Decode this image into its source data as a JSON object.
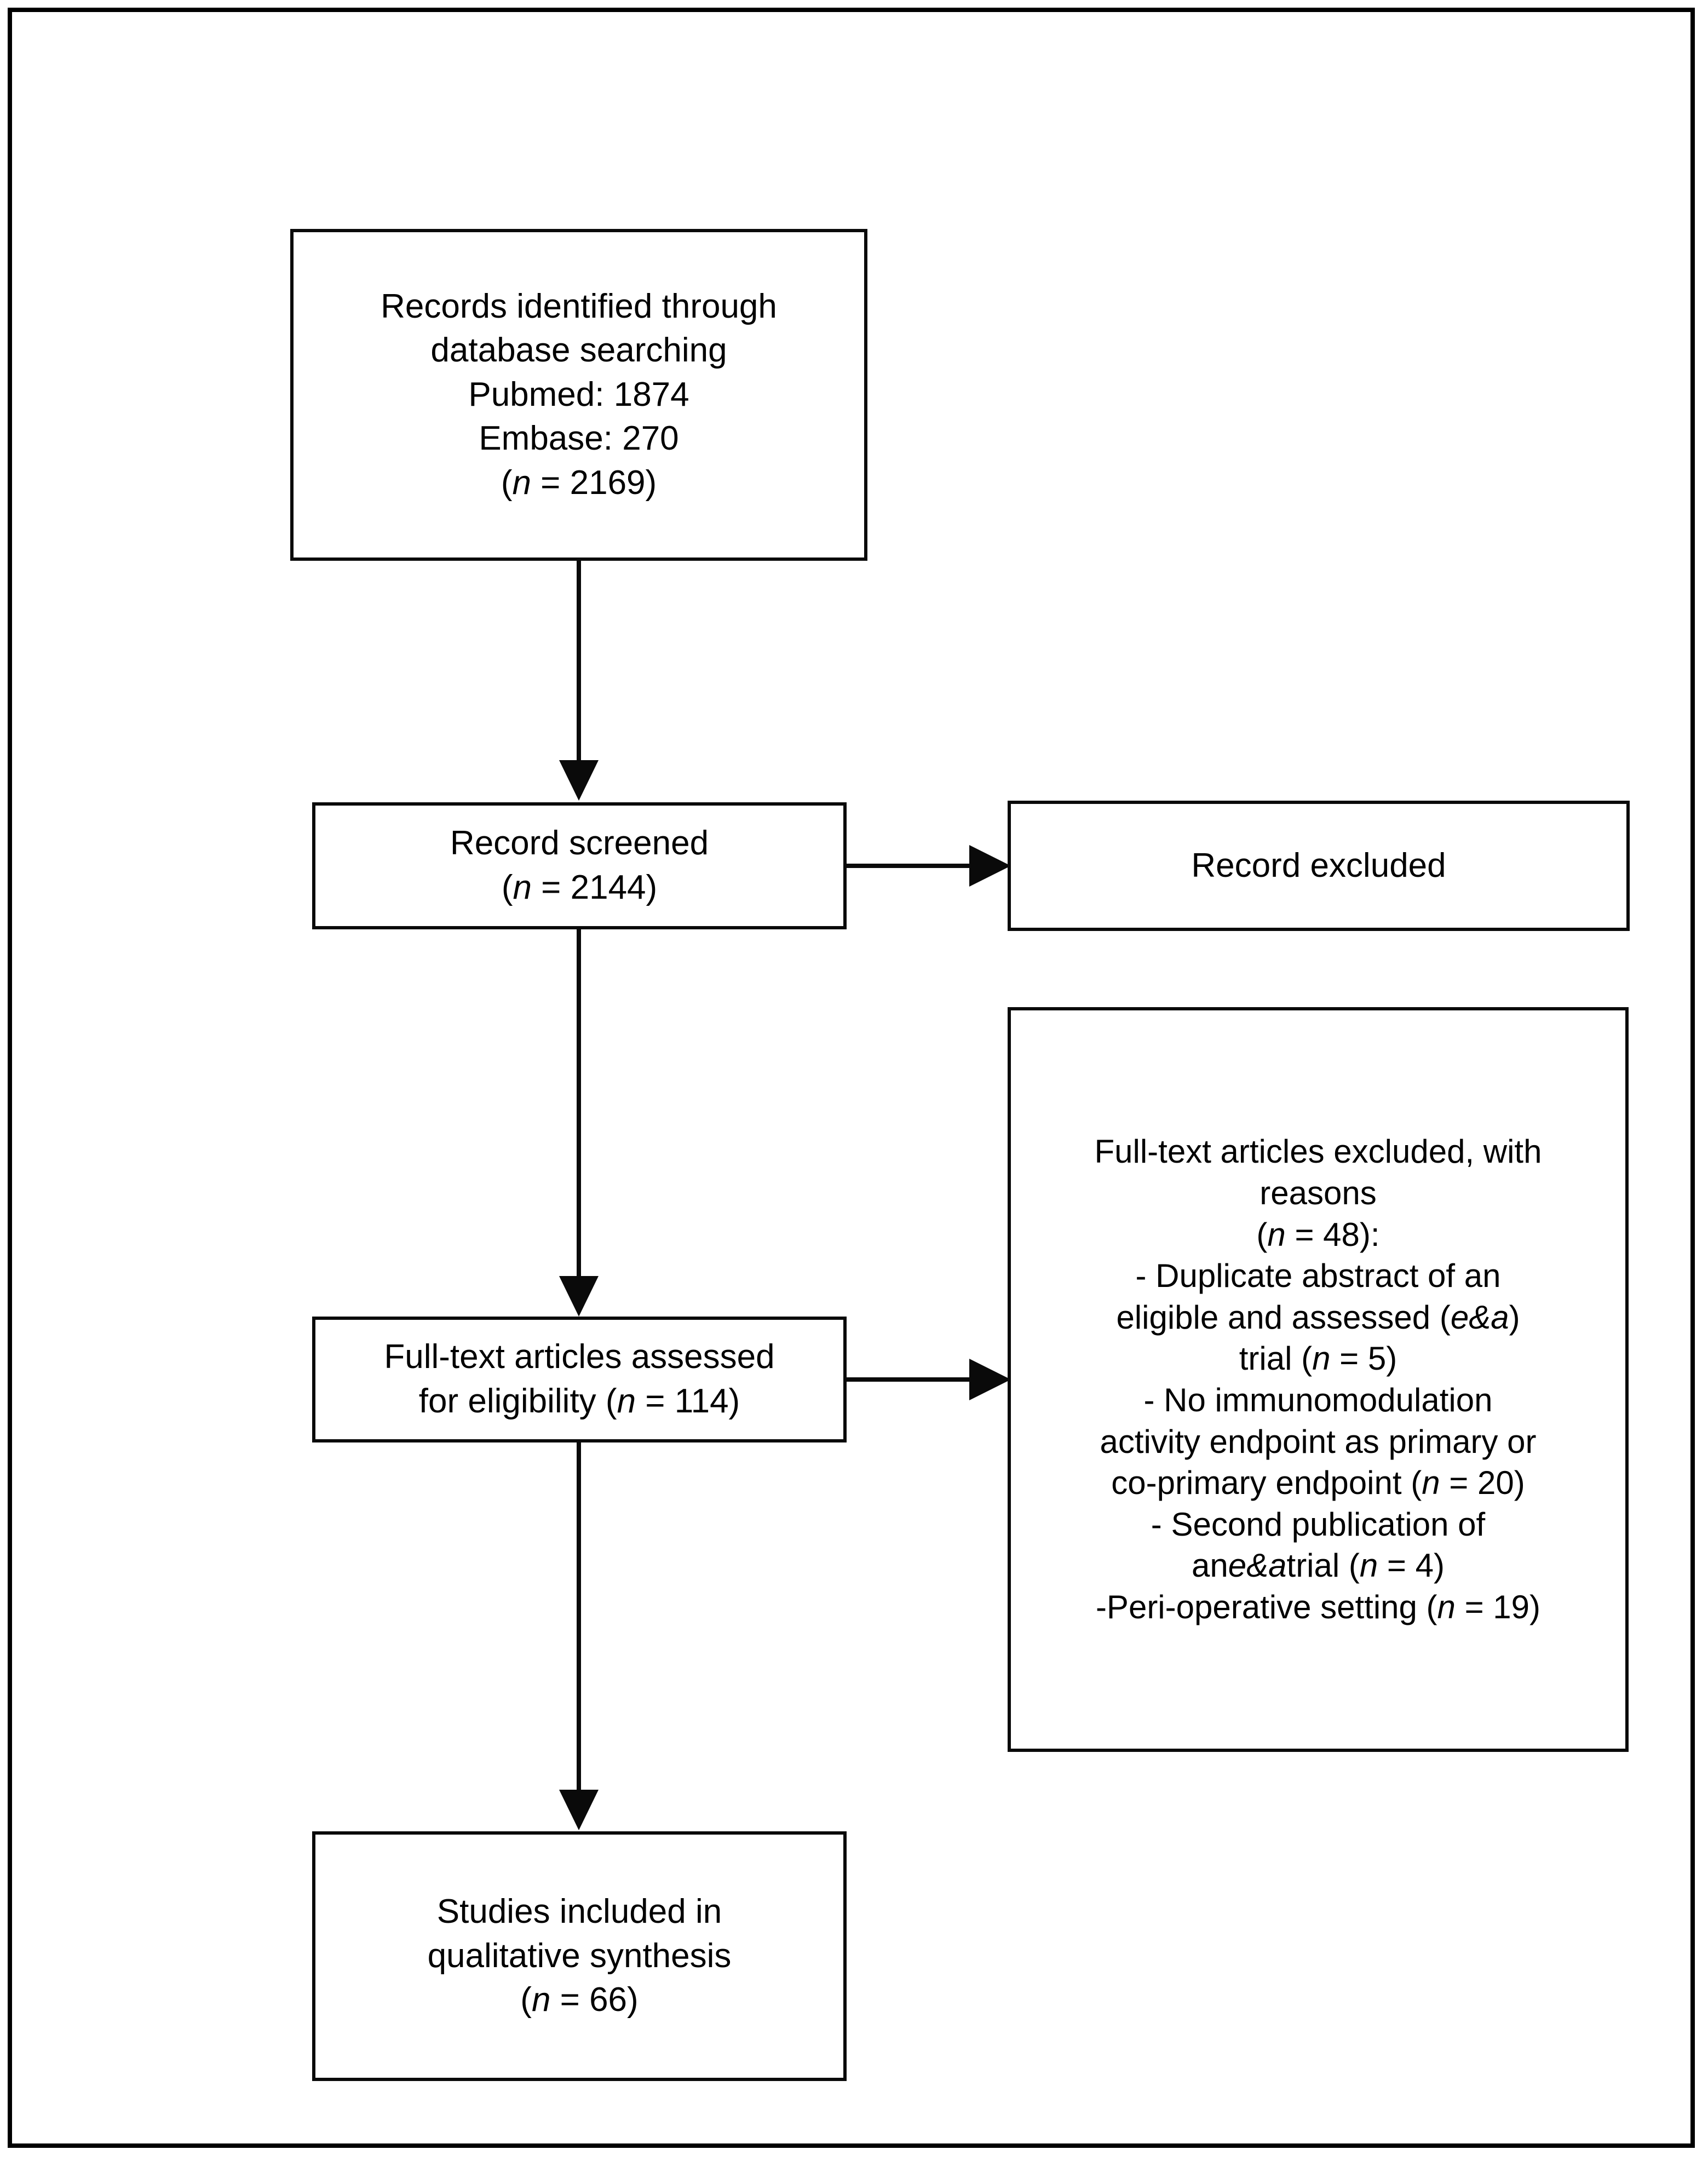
{
  "diagram": {
    "title": "PRISMA study selection flow diagram",
    "colors": {
      "box_border": "#0a0a0a",
      "frame_border": "#000000",
      "background": "#ffffff",
      "text": "#000000",
      "connector": "#0a0a0a"
    },
    "boxes": [
      {
        "id": "identified",
        "name": "records-identified-box",
        "lines": [
          "Records identified through",
          "database searching",
          "Pubmed: 1874",
          "Embase: 270",
          "(n = 2169)"
        ],
        "text": "Records identified through\ndatabase searching\nPubmed: 1874\nEmbase: 270\n(n = 2169)",
        "counts": {
          "pubmed": 1874,
          "embase": 270,
          "n": 2169
        }
      },
      {
        "id": "screened",
        "name": "records-screened-box",
        "lines": [
          "Record screened",
          "(n = 2144)"
        ],
        "text": "Record screened\n(n = 2144)",
        "counts": {
          "n": 2144
        }
      },
      {
        "id": "record_excluded",
        "name": "records-excluded-box",
        "lines": [
          "Record excluded"
        ],
        "text": "Record excluded",
        "counts": {}
      },
      {
        "id": "fulltext_assessed",
        "name": "fulltext-assessed-box",
        "lines": [
          "Full-text articles assessed",
          "for eligibility (n = 114)"
        ],
        "text": "Full-text articles assessed\nfor eligibility (n = 114)",
        "counts": {
          "n": 114
        }
      },
      {
        "id": "fulltext_excluded",
        "name": "fulltext-excluded-box",
        "lines": [
          "Full-text articles excluded, with",
          "reasons",
          "(n = 48):",
          "- Duplicate abstract of an",
          "eligible and assessed (e&a)",
          "trial (n = 5)",
          "- No immunomodulation",
          "activity endpoint as primary or",
          "co-primary endpoint (n = 20)",
          "- Second publication of",
          "ane&atrial (n = 4)",
          "-Peri-operative setting (n = 19)"
        ],
        "text": "Full-text articles excluded, with\nreasons\n(n = 48):\n- Duplicate abstract of an\neligible and assessed (e&a)\ntrial (n = 5)\n- No immunomodulation\nactivity endpoint as primary or\nco-primary endpoint (n = 20)\n- Second publication of\nane&atrial (n = 4)\n-Peri-operative setting (n = 19)",
        "counts": {
          "total": 48,
          "duplicate_abstract": 5,
          "no_immunomodulation_endpoint": 20,
          "second_publication": 4,
          "peri_operative_setting": 19
        }
      },
      {
        "id": "included",
        "name": "studies-included-box",
        "lines": [
          "Studies included in",
          "qualitative synthesis",
          "(n = 66)"
        ],
        "text": "Studies included in\nqualitative synthesis\n(n = 66)",
        "counts": {
          "n": 66
        }
      }
    ],
    "connectors": [
      {
        "id": "identified-to-screened",
        "from": "identified",
        "to": "screened",
        "direction": "down"
      },
      {
        "id": "screened-to-fulltext",
        "from": "screened",
        "to": "fulltext_assessed",
        "direction": "down"
      },
      {
        "id": "fulltext-to-included",
        "from": "fulltext_assessed",
        "to": "included",
        "direction": "down"
      },
      {
        "id": "screened-to-record-excluded",
        "from": "screened",
        "to": "record_excluded",
        "direction": "right"
      },
      {
        "id": "fulltext-to-fulltext-excluded",
        "from": "fulltext_assessed",
        "to": "fulltext_excluded",
        "direction": "right"
      }
    ]
  }
}
